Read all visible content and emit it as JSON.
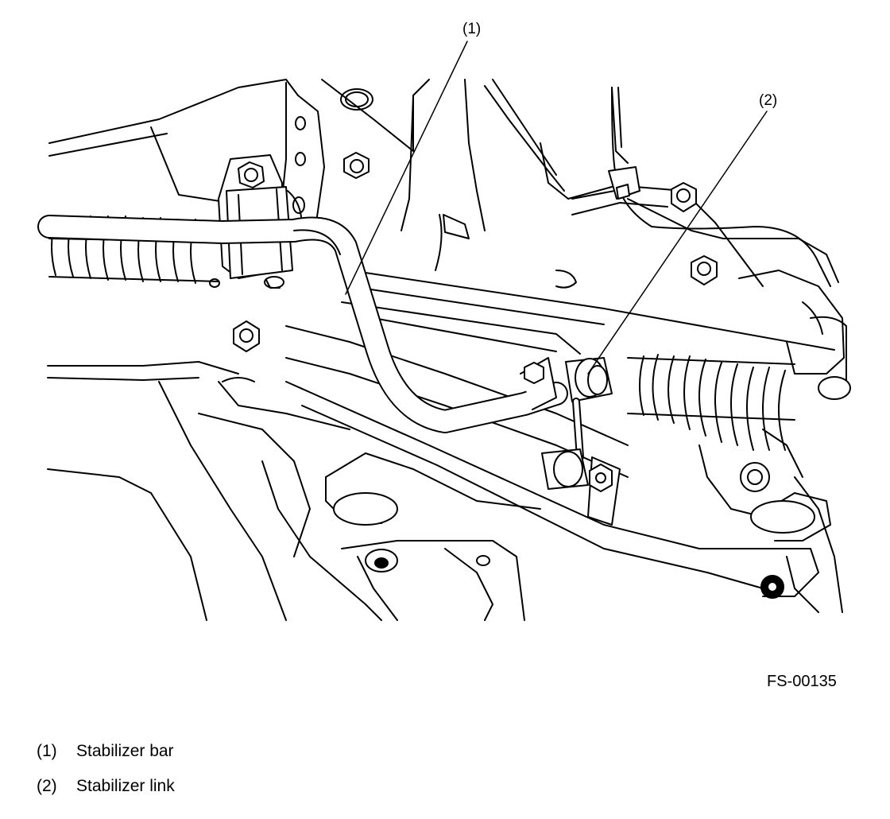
{
  "figure": {
    "code": "FS-00135",
    "callouts": [
      {
        "number": "(1)",
        "label": "Stabilizer bar"
      },
      {
        "number": "(2)",
        "label": "Stabilizer link"
      }
    ]
  }
}
